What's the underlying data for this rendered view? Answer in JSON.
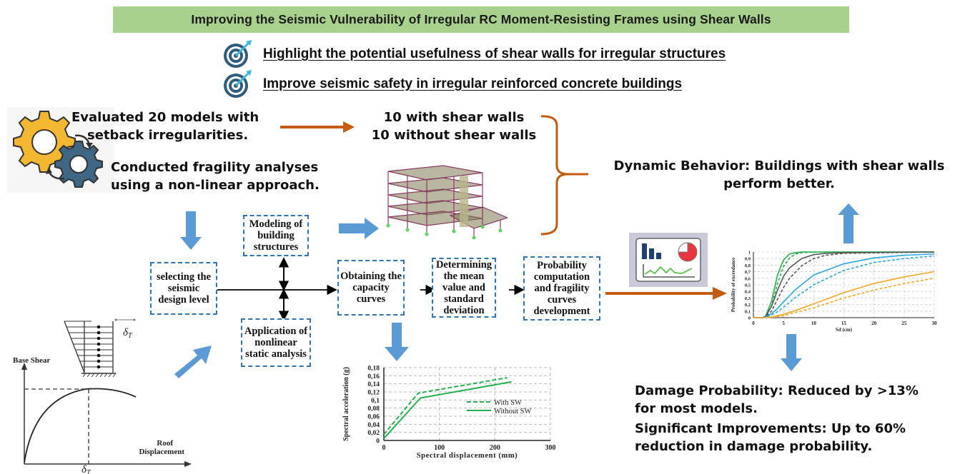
{
  "title": "Improving the Seismic Vulnerability of Irregular RC Moment-Resisting Frames using Shear Walls",
  "objectives": [
    {
      "icon": "target-icon",
      "text": "Highlight the potential usefulness of shear walls for irregular structures"
    },
    {
      "icon": "target-icon",
      "text": "Improve seismic safety in irregular reinforced concrete buildings"
    }
  ],
  "methods": {
    "icon": "gears-icon",
    "line1": "Evaluated 20 models with",
    "line2": "setback irregularities.",
    "line3": "Conducted fragility analyses",
    "line4": "using a non-linear approach."
  },
  "models": {
    "line1": "10 with shear walls",
    "line2": "10 without shear walls"
  },
  "dynamic_result": {
    "line1": "Dynamic Behavior: Buildings with shear walls",
    "line2": "perform better."
  },
  "damage_result": {
    "line1": "Damage Probability: Reduced by >13%",
    "line2": "for most models.",
    "line3": "Significant Improvements: Up to 60%",
    "line4": "reduction in damage probability."
  },
  "flowchart": {
    "selecting": "selecting the seismic design level",
    "modeling": "Modeling of building structures",
    "application": "Application of nonlinear static analysis",
    "capacity": "Obtaining the capacity curves",
    "mean": "Determining the mean value and standard deviation",
    "probability": "Probability computation and fragility curves development"
  },
  "pushover_sketch": {
    "ylabel": "Base Shear",
    "xlabel_line1": "Roof",
    "xlabel_line2": "Displacement",
    "delta_label": "δ",
    "delta_sub": "T"
  },
  "colors": {
    "title_bg": "#a9d18e",
    "box_border": "#2e75b6",
    "blue_arrow": "#5b9bd5",
    "orange_arrow": "#c55a11",
    "green_curve": "#22b14c",
    "gray_curve": "#555555",
    "cyan_curve": "#29a8e0",
    "orange_curve": "#f5a623"
  },
  "chart_data": [
    {
      "type": "line",
      "title": "",
      "xlabel": "Spectral displacement (mm)",
      "ylabel": "Spectral acceleration (g)",
      "xlim": [
        0,
        300
      ],
      "ylim": [
        0,
        0.18
      ],
      "xticks": [
        "0",
        "100",
        "200",
        "300"
      ],
      "yticks": [
        "0",
        "0,02",
        "0,04",
        "0,06",
        "0,08",
        "0,1",
        "0,12",
        "0,14",
        "0,16",
        "0,18"
      ],
      "grid": true,
      "legend": "center-right",
      "series": [
        {
          "name": "With SW",
          "style": "dashed",
          "x": [
            0,
            62,
            222
          ],
          "y": [
            0.015,
            0.117,
            0.155
          ]
        },
        {
          "name": "Without SW",
          "style": "solid",
          "x": [
            0,
            66,
            230
          ],
          "y": [
            0.005,
            0.105,
            0.145
          ]
        }
      ]
    },
    {
      "type": "line",
      "title": "",
      "xlabel": "Sd (cm)",
      "ylabel": "Probability of exceedance",
      "xlim": [
        0,
        30
      ],
      "ylim": [
        0,
        1
      ],
      "xticks": [
        "0",
        "5",
        "10",
        "15",
        "20",
        "25",
        "30"
      ],
      "yticks": [
        "0",
        "0,1",
        "0,2",
        "0,3",
        "0,4",
        "0,5",
        "0,6",
        "0,7",
        "0,8",
        "0,9",
        "1"
      ],
      "grid": true,
      "legend": "none",
      "series": [
        {
          "name": "green solid",
          "color": "green",
          "style": "solid",
          "x": [
            0,
            1.5,
            2,
            3,
            4,
            5,
            6,
            7,
            8,
            10,
            15,
            30
          ],
          "y": [
            0,
            0,
            0.02,
            0.25,
            0.65,
            0.88,
            0.97,
            0.99,
            1,
            1,
            1,
            1
          ]
        },
        {
          "name": "green dashed",
          "color": "green",
          "style": "dashed",
          "x": [
            0,
            1.5,
            2,
            3,
            4,
            5,
            6,
            7,
            8,
            10,
            15,
            30
          ],
          "y": [
            0,
            0,
            0.01,
            0.18,
            0.52,
            0.78,
            0.91,
            0.97,
            0.99,
            1,
            1,
            1
          ]
        },
        {
          "name": "gray solid",
          "color": "gray",
          "style": "solid",
          "x": [
            0,
            1.5,
            2,
            3,
            4,
            5,
            6,
            8,
            10,
            12,
            15,
            30
          ],
          "y": [
            0,
            0,
            0.02,
            0.17,
            0.42,
            0.63,
            0.76,
            0.9,
            0.96,
            0.98,
            0.99,
            1
          ]
        },
        {
          "name": "gray dashed",
          "color": "gray",
          "style": "dashed",
          "x": [
            0,
            1.5,
            2,
            3,
            4,
            5,
            6,
            8,
            10,
            12,
            15,
            30
          ],
          "y": [
            0,
            0,
            0.01,
            0.1,
            0.28,
            0.46,
            0.6,
            0.79,
            0.9,
            0.95,
            0.98,
            1
          ]
        },
        {
          "name": "cyan solid",
          "color": "cyan",
          "style": "solid",
          "x": [
            0,
            1.5,
            2,
            3,
            4,
            5,
            7,
            10,
            15,
            20,
            25,
            30
          ],
          "y": [
            0,
            0,
            0.01,
            0.06,
            0.14,
            0.24,
            0.43,
            0.65,
            0.82,
            0.91,
            0.95,
            0.97
          ]
        },
        {
          "name": "cyan dashed",
          "color": "cyan",
          "style": "dashed",
          "x": [
            0,
            1.5,
            2,
            3,
            4,
            5,
            7,
            10,
            15,
            20,
            25,
            30
          ],
          "y": [
            0,
            0,
            0.005,
            0.04,
            0.09,
            0.16,
            0.31,
            0.5,
            0.72,
            0.84,
            0.9,
            0.94
          ]
        },
        {
          "name": "orange solid",
          "color": "orange",
          "style": "solid",
          "x": [
            0,
            2,
            3,
            5,
            7,
            10,
            15,
            20,
            25,
            30
          ],
          "y": [
            0,
            0,
            0.01,
            0.05,
            0.11,
            0.21,
            0.38,
            0.52,
            0.62,
            0.7
          ]
        },
        {
          "name": "orange dashed",
          "color": "orange",
          "style": "dashed",
          "x": [
            0,
            2,
            3,
            5,
            7,
            10,
            15,
            20,
            25,
            30
          ],
          "y": [
            0,
            0,
            0.005,
            0.03,
            0.08,
            0.15,
            0.3,
            0.42,
            0.52,
            0.6
          ]
        }
      ]
    }
  ]
}
